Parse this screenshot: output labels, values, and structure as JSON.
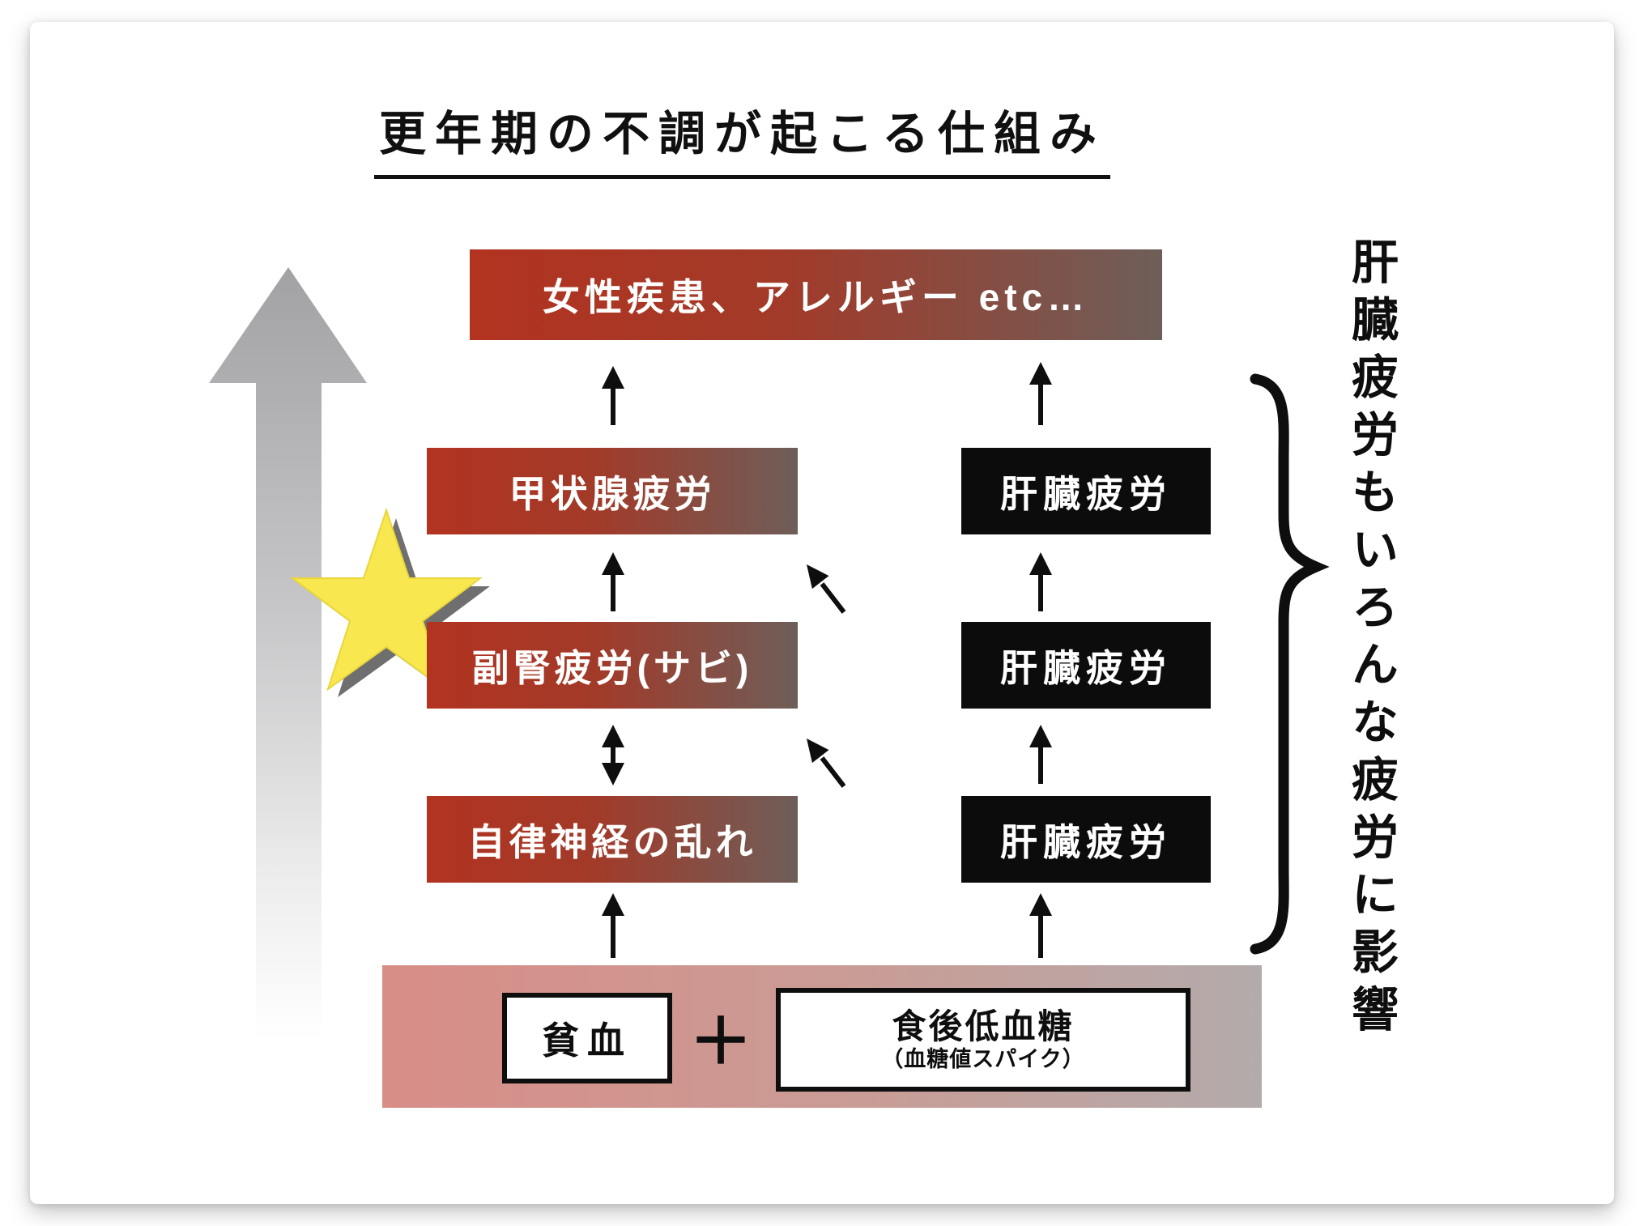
{
  "slide": {
    "title": "更年期の不調が起こる仕組み",
    "vertical_note": "肝臓疲労もいろんな疲労に影響"
  },
  "boxes": {
    "outcome": "女性疾患、アレルギー etc…",
    "left": [
      "甲状腺疲労",
      "副腎疲労(サビ)",
      "自律神経の乱れ"
    ],
    "right": [
      "肝臓疲労",
      "肝臓疲労",
      "肝臓疲労"
    ]
  },
  "base": {
    "anemia": "貧血",
    "plus": "＋",
    "postprandial": "食後低血糖",
    "postprandial_sub": "（血糖値スパイク）"
  },
  "icons": {
    "big_gray_up_arrow": "escalation-arrow",
    "star": "highlight-star",
    "curly_brace": "grouping-brace",
    "up_arrow": "flow-up-arrow",
    "double_arrow": "two-way-arrow",
    "diagonal_arrow": "influence-arrow"
  },
  "colors": {
    "box_red_start": "#b23320",
    "box_red_end": "#6e5e59",
    "box_black": "#0c0c0c",
    "band_start": "#d98d87",
    "band_end": "#b3abab",
    "star_yellow": "#f8e74e",
    "star_shadow": "#6f6f6f",
    "arrow_gray": "#a7a7a9",
    "ink": "#0e0e0e",
    "text_white": "#ffffff"
  }
}
